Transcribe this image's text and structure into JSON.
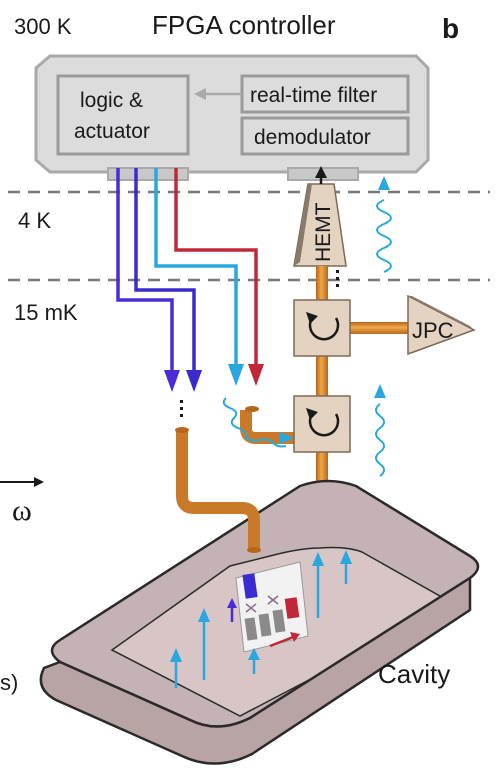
{
  "labels": {
    "temp_300k": "300 K",
    "fpga_title": "FPGA controller",
    "panel": "b",
    "logic_line1": "logic &",
    "logic_line2": "actuator",
    "realtime_filter": "real-time filter",
    "demodulator": "demodulator",
    "temp_4k": "4 K",
    "temp_15mk": "15 mK",
    "hemt": "HEMT",
    "jpc": "JPC",
    "omega": "ω",
    "left_edge_fragment": "s)",
    "cavity": "Cavity"
  },
  "colors": {
    "fpga_fill": "#dcdcdc",
    "fpga_stroke": "#a9a9a9",
    "stage_dash": "#777777",
    "violet_line": "#4b2bd6",
    "blue_line": "#3a2ad0",
    "cyan_line": "#29a8e0",
    "red_line": "#c0283a",
    "copper": "#d98a2b",
    "device_fill": "#e3d3c0",
    "cavity_fill": "#c5b2b4",
    "cavity_stroke": "#2a2a2a"
  }
}
